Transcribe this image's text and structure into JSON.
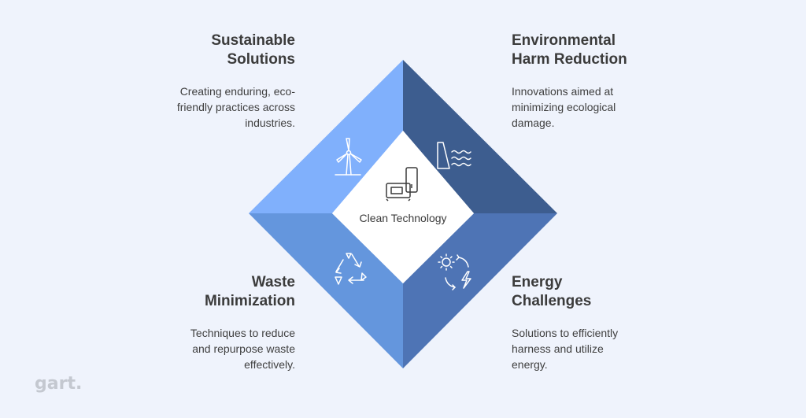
{
  "center": {
    "label": "Clean Technology",
    "icon": "portable-power-station-icon"
  },
  "quadrants": {
    "top_left": {
      "title": "Sustainable\nSolutions",
      "description": "Creating enduring, eco-\nfriendly practices across\nindustries.",
      "icon": "wind-turbine-icon",
      "color": "#80b0fc"
    },
    "top_right": {
      "title": "Environmental\nHarm Reduction",
      "description": "Innovations aimed at\nminimizing ecological\ndamage.",
      "icon": "dam-water-icon",
      "color": "#3d5d8f"
    },
    "bottom_left": {
      "title": "Waste\nMinimization",
      "description": "Techniques to reduce\nand repurpose waste\neffectively.",
      "icon": "recycle-icon",
      "color": "#6496dd"
    },
    "bottom_right": {
      "title": "Energy\nChallenges",
      "description": "Solutions to efficiently\nharness and utilize\nenergy.",
      "icon": "energy-cycle-icon",
      "color": "#4e74b5"
    }
  },
  "logo": {
    "text": "gart."
  }
}
